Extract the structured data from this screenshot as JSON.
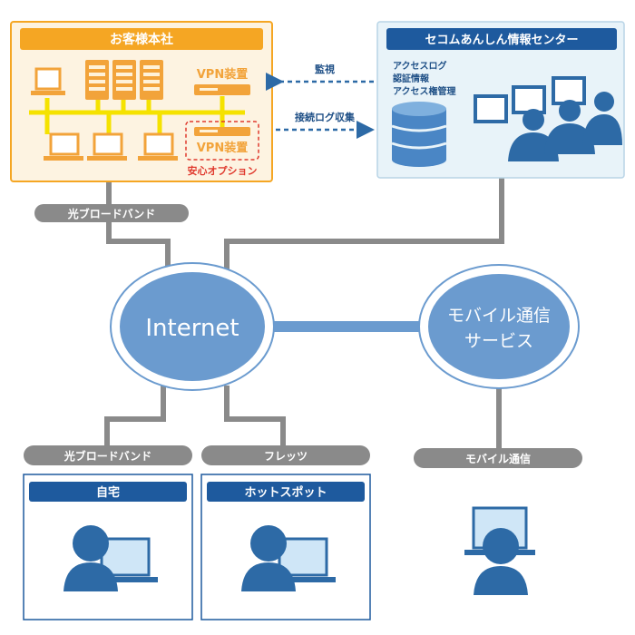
{
  "office": {
    "title": "お客様本社",
    "vpn_label": "VPN装置",
    "vpn_option_label": "VPN装置",
    "option_caption": "安心オプション"
  },
  "center": {
    "title": "セコムあんしん情報センター",
    "log_lines": [
      "アクセスログ",
      "認証情報",
      "アクセス権管理"
    ]
  },
  "arrows": {
    "monitor": "監視",
    "log_collect": "接続ログ収集"
  },
  "network": {
    "office_line": "光ブロードバンド",
    "internet": "Internet",
    "mobile_service_line1": "モバイル通信",
    "mobile_service_line2": "サービス",
    "home_line": "光ブロードバンド",
    "hotspot_line": "フレッツ",
    "mobile_line": "モバイル通信"
  },
  "endpoints": {
    "home": "自宅",
    "hotspot": "ホットスポット"
  },
  "colors": {
    "office_fill": "#fdf3e1",
    "office_border": "#f5a623",
    "office_header": "#f5a623",
    "center_fill": "#e8f3f9",
    "center_header": "#1e5a9e",
    "line_gray": "#8a8a8a",
    "cloud_blue": "#6b9bcf",
    "person_blue": "#2d6aa6",
    "arrow_blue": "#2d6aa6",
    "vpn_orange": "#f2a33a",
    "lan_yellow": "#f5e200"
  }
}
